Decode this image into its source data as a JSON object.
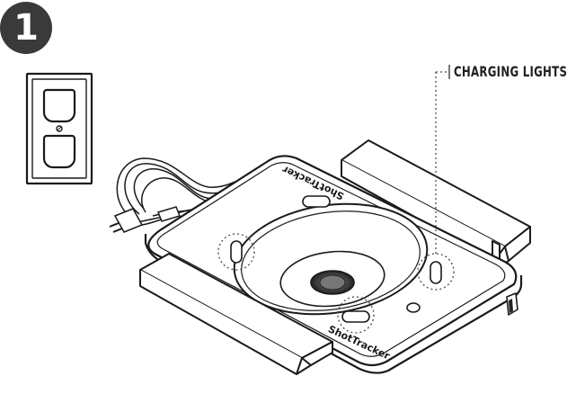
{
  "step": {
    "number": "1"
  },
  "callout": {
    "label": "CHARGING LIGHTS"
  },
  "device": {
    "brand_top": "ShotTracker",
    "brand_front": "ShotTracker"
  },
  "icons": [
    "wall-outlet-icon",
    "power-cord-icon",
    "charging-pad-icon"
  ],
  "colors": {
    "line": "#1a1a1a",
    "badge": "#3a3a3a",
    "background": "#ffffff"
  }
}
